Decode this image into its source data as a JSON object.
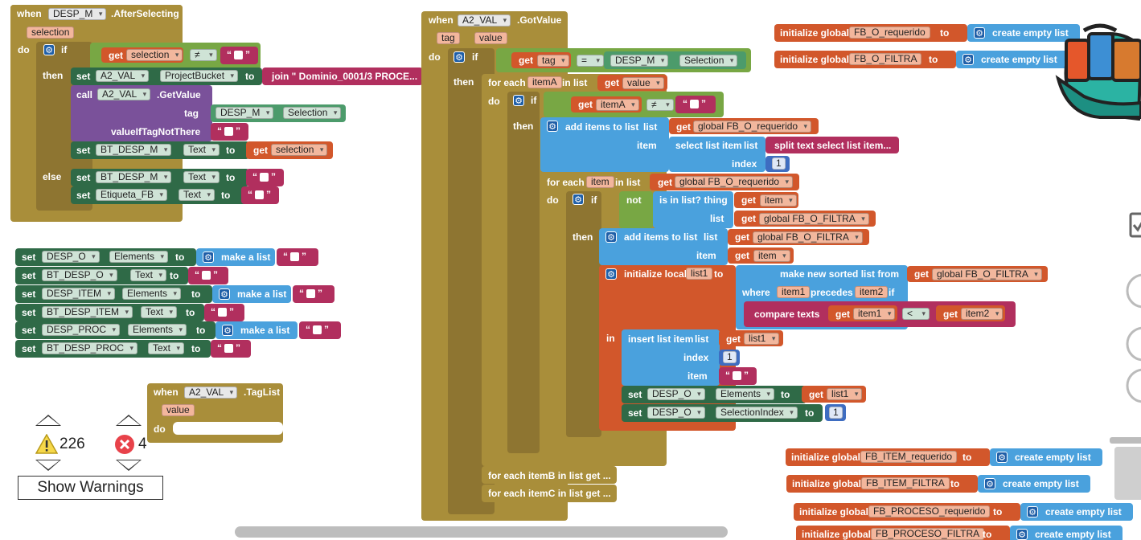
{
  "event1": {
    "when": "when",
    "component": "DESP_M",
    "event": ".AfterSelecting",
    "param": "selection",
    "do": "do",
    "if": "if",
    "get": "get",
    "get_var": "selection",
    "op": "≠",
    "then": "then",
    "else": "else",
    "set": "set",
    "to": "to",
    "comp1": "A2_VAL",
    "prop1": "ProjectBucket",
    "join": "join \" Dominio_0001/3 PROCE...",
    "call": "call",
    "call_comp": "A2_VAL",
    "call_method": ".GetValue",
    "tag_label": "tag",
    "tag_comp": "DESP_M",
    "tag_prop": "Selection",
    "value_if_label": "valueIfTagNotThere",
    "bt_comp": "BT_DESP_M",
    "bt_prop": "Text",
    "get_selection": "selection",
    "else_comp1": "BT_DESP_M",
    "else_prop1": "Text",
    "else_comp2": "Etiqueta_FB",
    "else_prop2": "Text"
  },
  "sets": [
    {
      "comp": "DESP_O",
      "prop": "Elements",
      "kind": "list"
    },
    {
      "comp": "BT_DESP_O",
      "prop": "Text",
      "kind": "text"
    },
    {
      "comp": "DESP_ITEM",
      "prop": "Elements",
      "kind": "list"
    },
    {
      "comp": "BT_DESP_ITEM",
      "prop": "Text",
      "kind": "text"
    },
    {
      "comp": "DESP_PROC",
      "prop": "Elements",
      "kind": "list"
    },
    {
      "comp": "BT_DESP_PROC",
      "prop": "Text",
      "kind": "text"
    }
  ],
  "set_word": "set",
  "to_word": "to",
  "make_list": "make a list",
  "taglist": {
    "when": "when",
    "component": "A2_VAL",
    "event": ".TagList",
    "param": "value",
    "do": "do"
  },
  "gotvalue": {
    "when": "when",
    "component": "A2_VAL",
    "event": ".GotValue",
    "param_tag": "tag",
    "param_value": "value",
    "do": "do",
    "if": "if",
    "then": "then",
    "get": "get",
    "tag": "tag",
    "eq": "=",
    "desp_m": "DESP_M",
    "selection": "Selection",
    "for_each": "for each",
    "itemA": "itemA",
    "in_list": "in list",
    "value": "value",
    "neq": "≠",
    "add_items": "add items to list",
    "list_word": "list",
    "item_word": "item",
    "global_req": "global FB_O_requerido",
    "select_list_item": "select list item",
    "split_text": "split text select list item...",
    "index_word": "index",
    "one": "1",
    "for_each_item": "for each",
    "item": "item",
    "not": "not",
    "is_in_list": "is in list? thing",
    "global_filtra": "global FB_O_FILTRA",
    "init_local": "initialize local",
    "list1": "list1",
    "make_sorted": "make new sorted list from",
    "where": "where",
    "item1": "item1",
    "precedes": "precedes",
    "item2": "item2",
    "if_word": "if",
    "compare": "compare texts",
    "lt": "<",
    "in_word": "in",
    "insert_item": "insert list item",
    "desp_o": "DESP_O",
    "elements": "Elements",
    "selection_index": "SelectionIndex",
    "for_each_b": "for each itemB in list get ...",
    "for_each_c": "for each itemC in list get ..."
  },
  "globals": [
    {
      "name": "FB_O_requerido"
    },
    {
      "name": "FB_O_FILTRA"
    },
    {
      "name": "FB_ITEM_requerido"
    },
    {
      "name": "FB_ITEM_FILTRA"
    },
    {
      "name": "FB_PROCESO_requerido"
    },
    {
      "name": "FB_PROCESO_FILTRA"
    }
  ],
  "init_global": "initialize global",
  "create_empty": "create empty list",
  "warnings": {
    "warning_count": "226",
    "error_count": "4",
    "button": "Show Warnings"
  }
}
